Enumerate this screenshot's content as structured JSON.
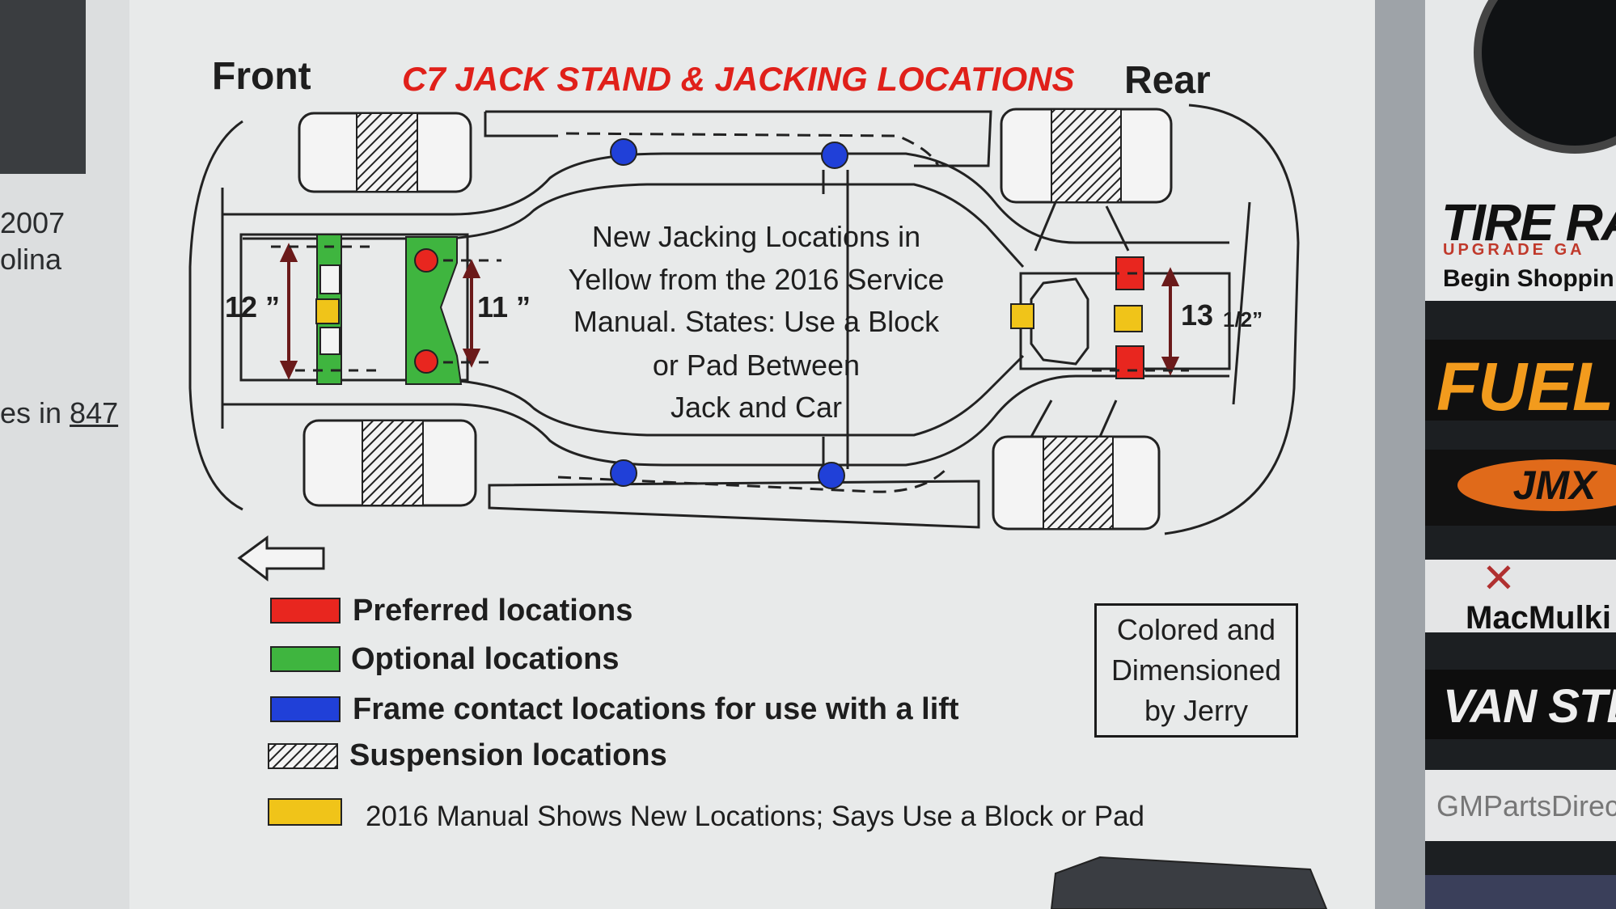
{
  "sidebar": {
    "lines": [
      {
        "text": "2007",
        "link": ""
      },
      {
        "text": "olina",
        "link": ""
      },
      {
        "text": "es in ",
        "link": "847"
      }
    ]
  },
  "diagram": {
    "front_label": "Front",
    "rear_label": "Rear",
    "title": "C7 JACK STAND & JACKING LOCATIONS",
    "note_lines": [
      "New Jacking Locations in",
      "Yellow from the 2016 Service",
      "Manual. States: Use  a Block",
      "or Pad  Between",
      "Jack and Car"
    ],
    "dimensions": {
      "front": "12 ”",
      "middle": "11 ”",
      "rear_whole": "13",
      "rear_fraction": "1/2”"
    },
    "legend": [
      {
        "color": "#e8261f",
        "label": "Preferred locations",
        "pattern": false
      },
      {
        "color": "#3fb53f",
        "label": "Optional locations",
        "pattern": false
      },
      {
        "color": "#2040d8",
        "label": "Frame contact locations for use with a lift",
        "pattern": false
      },
      {
        "color": "#333333",
        "label": "Suspension locations",
        "pattern": true
      },
      {
        "color": "#f0c419",
        "label": "2016 Manual Shows New Locations; Says Use a Block or Pad",
        "pattern": false
      }
    ],
    "credit_lines": [
      "Colored and",
      "Dimensioned",
      "by Jerry"
    ],
    "colors": {
      "preferred": "#e8261f",
      "optional": "#3fb53f",
      "frame": "#2040d8",
      "new": "#f0c419",
      "title": "#e0201a"
    }
  },
  "ads": [
    {
      "brand": "TIRE RA",
      "tagline": "UPGRADE GA",
      "cta": "Begin Shoppin"
    },
    {
      "brand": "FUEL"
    },
    {
      "brand": "JMX"
    },
    {
      "brand": "MacMulki"
    },
    {
      "brand": "VAN STE"
    },
    {
      "brand": "GMPartsDirec"
    }
  ]
}
